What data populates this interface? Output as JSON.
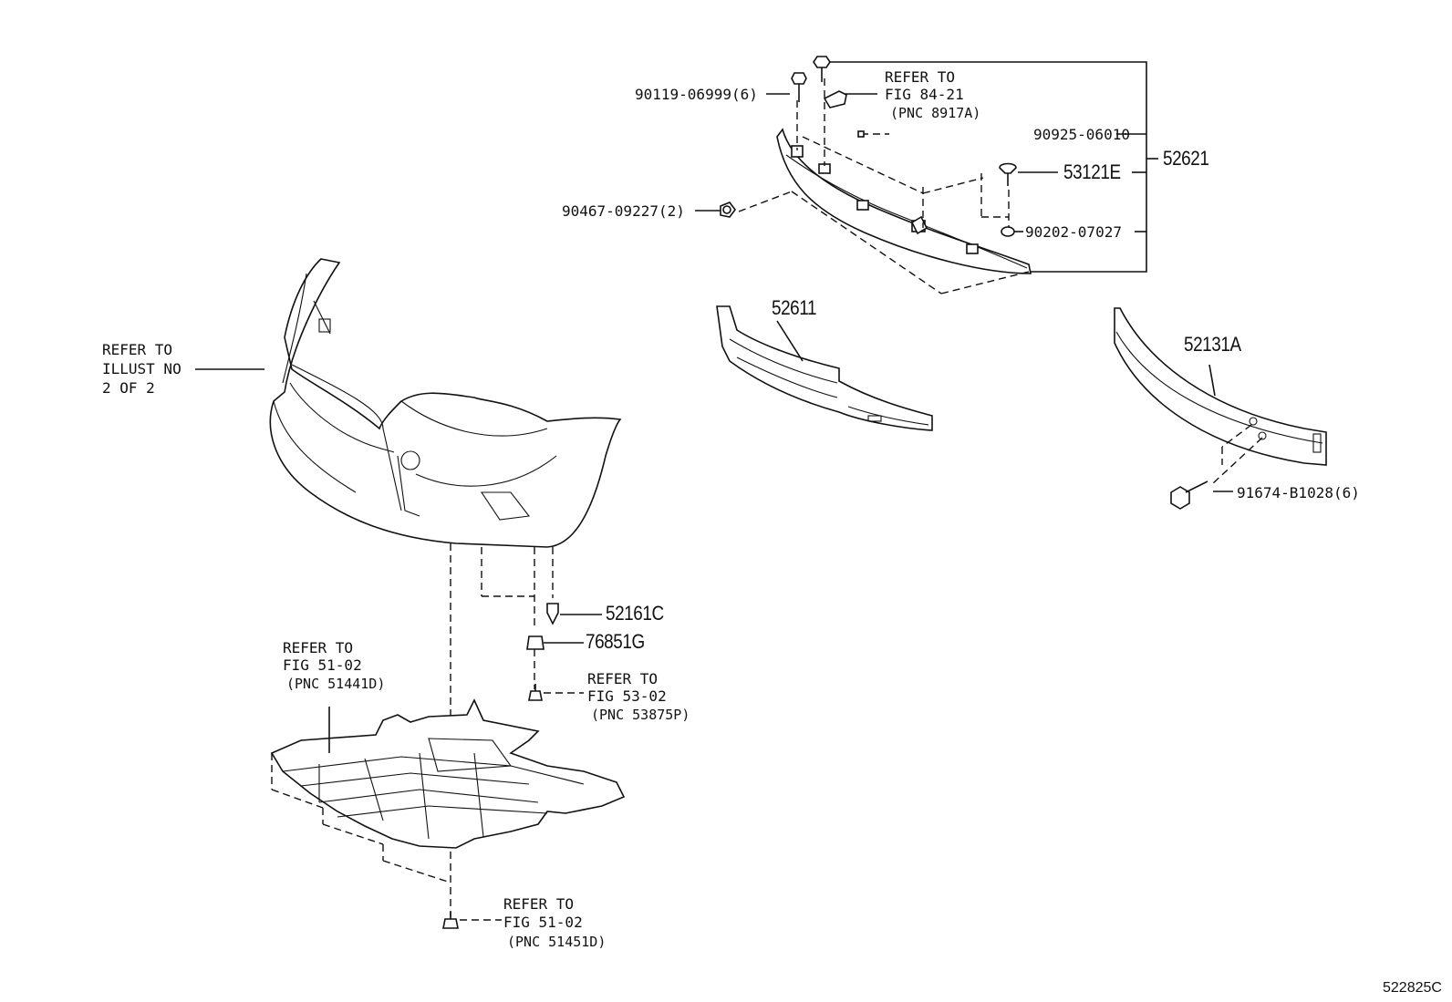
{
  "refs": {
    "fig84": [
      "REFER TO",
      "FIG 84-21",
      "(PNC 8917A)"
    ],
    "illust": [
      "REFER TO",
      "ILLUST NO",
      "2 OF 2"
    ],
    "fig51a": [
      "REFER TO",
      "FIG 51-02",
      "(PNC 51441D)"
    ],
    "fig53": [
      "REFER TO",
      "FIG 53-02",
      "(PNC 53875P)"
    ],
    "fig51b": [
      "REFER TO",
      "FIG 51-02",
      "(PNC 51451D)"
    ]
  },
  "parts": {
    "p90119": "90119-06999(6)",
    "p90925": "90925-06010",
    "p52621": "52621",
    "p53121E": "53121E",
    "p90467": "90467-09227(2)",
    "p90202": "90202-07027",
    "p52611": "52611",
    "p52131A": "52131A",
    "p91674": "91674-B1028(6)",
    "p52161C": "52161C",
    "p76851G": "76851G"
  },
  "figure_id": "522825C"
}
